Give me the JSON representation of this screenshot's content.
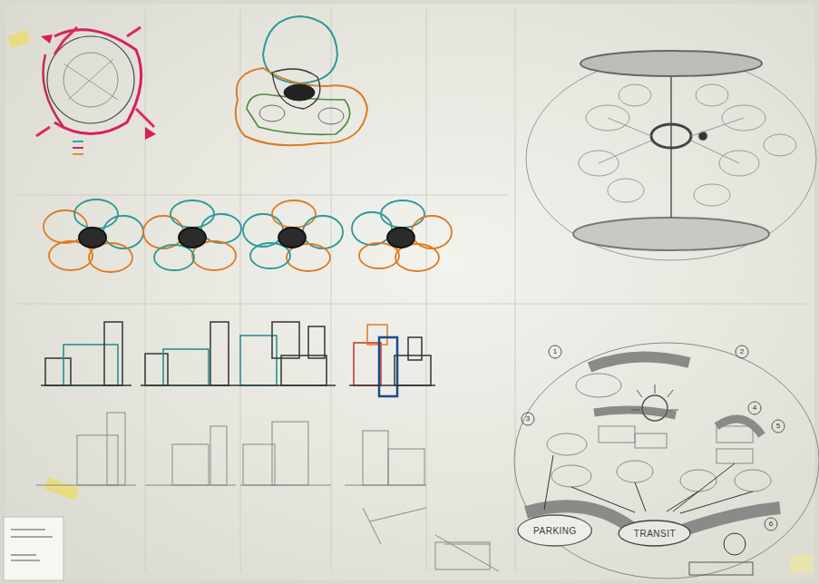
{
  "diagram": {
    "nodes": [
      {
        "text": [
          "PARKING"
        ]
      },
      {
        "text": [
          "TRANSIT"
        ]
      }
    ],
    "labels": [
      "1",
      "2",
      "3",
      "4",
      "5",
      "6"
    ]
  }
}
